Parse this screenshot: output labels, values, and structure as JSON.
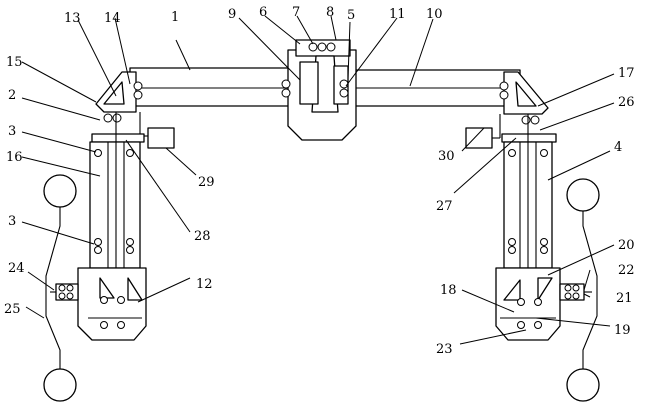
{
  "labels": {
    "n1": "1",
    "n2": "2",
    "n3a": "3",
    "n3b": "3",
    "n4": "4",
    "n5": "5",
    "n6": "6",
    "n7": "7",
    "n8": "8",
    "n9": "9",
    "n10": "10",
    "n11": "11",
    "n12": "12",
    "n13": "13",
    "n14": "14",
    "n15": "15",
    "n16": "16",
    "n17": "17",
    "n18": "18",
    "n19": "19",
    "n20": "20",
    "n21": "21",
    "n22": "22",
    "n23": "23",
    "n24": "24",
    "n25": "25",
    "n26": "26",
    "n27": "27",
    "n28": "28",
    "n29": "29",
    "n30": "30"
  },
  "colors": {
    "line": "#000000",
    "background": "#ffffff"
  }
}
